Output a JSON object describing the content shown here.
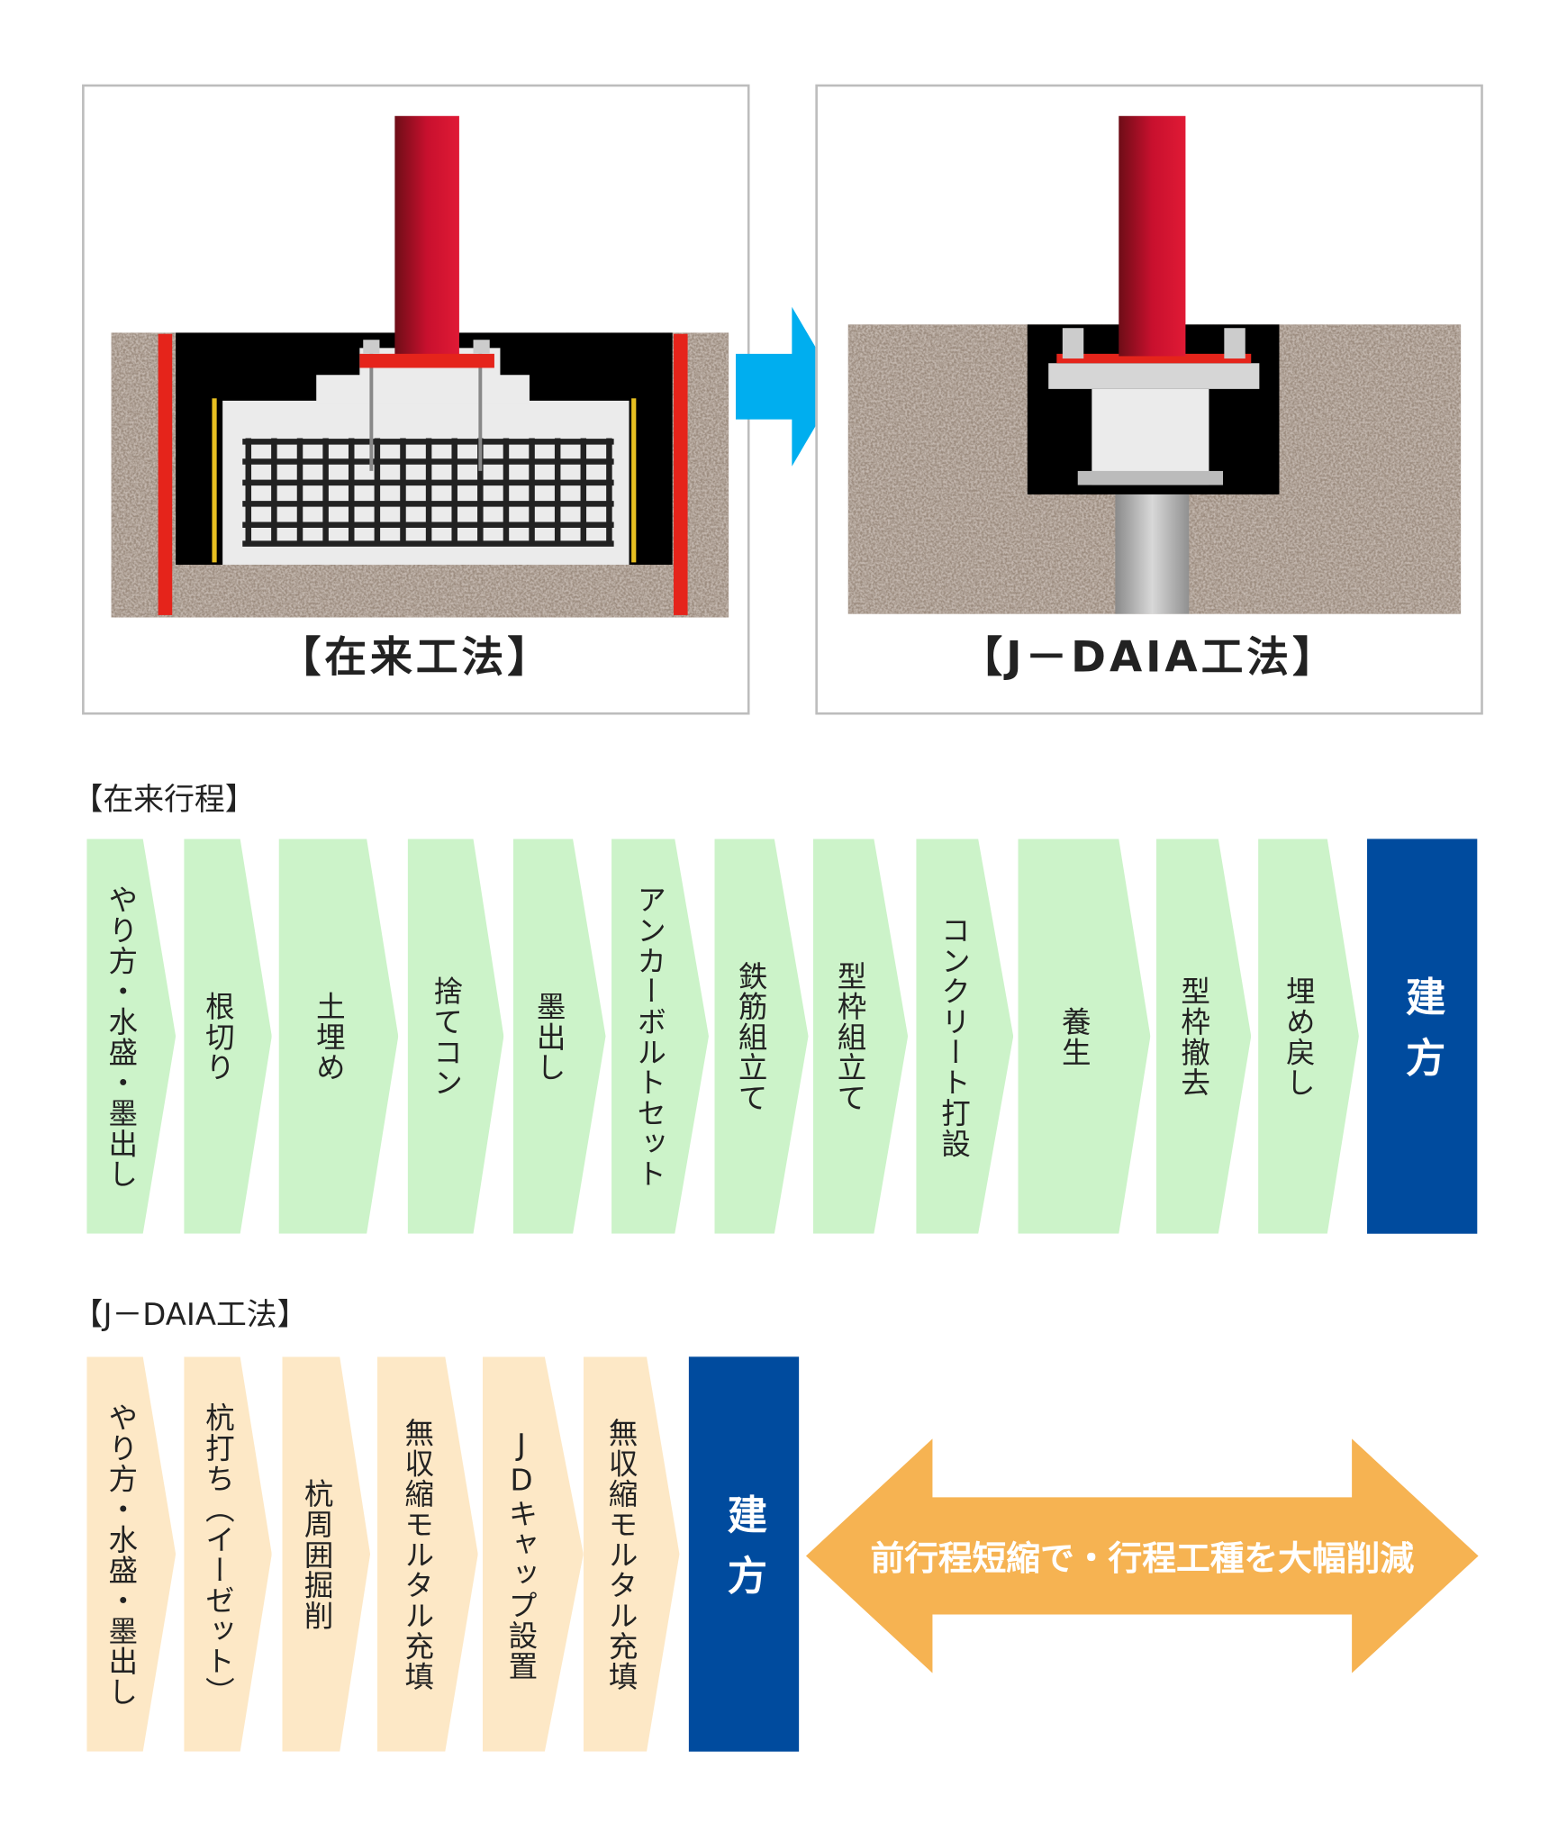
{
  "diagrams": {
    "conventional_label": "【在来工法】",
    "jdaia_label": "【J－DAIA工法】"
  },
  "colors": {
    "conventional_step": "#ccf3c9",
    "jdaia_step": "#fde8c6",
    "final_step": "#004b9e",
    "arrow_blue": "#00aeef",
    "arrow_orange": "#f6b352",
    "column_red": "#c8102e"
  },
  "conventional_process": {
    "heading": "【在来行程】",
    "steps": [
      "やり方・水盛・墨出し",
      "根切り",
      "土埋め",
      "捨てコン",
      "墨出し",
      "アンカーボルトセット",
      "鉄筋組立て",
      "型枠組立て",
      "コンクリート打設",
      "養生",
      "型枠撤去",
      "埋め戻し"
    ],
    "final": "建方"
  },
  "jdaia_process": {
    "heading": "【J－DAIA工法】",
    "steps": [
      "やり方・水盛・墨出し",
      "杭打ち（イーゼット）",
      "杭周囲掘削",
      "無収縮モルタル充填",
      "JDキャップ設置",
      "無収縮モルタル充填"
    ],
    "final": "建方",
    "summary": "前行程短縮で・行程工種を大幅削減"
  }
}
